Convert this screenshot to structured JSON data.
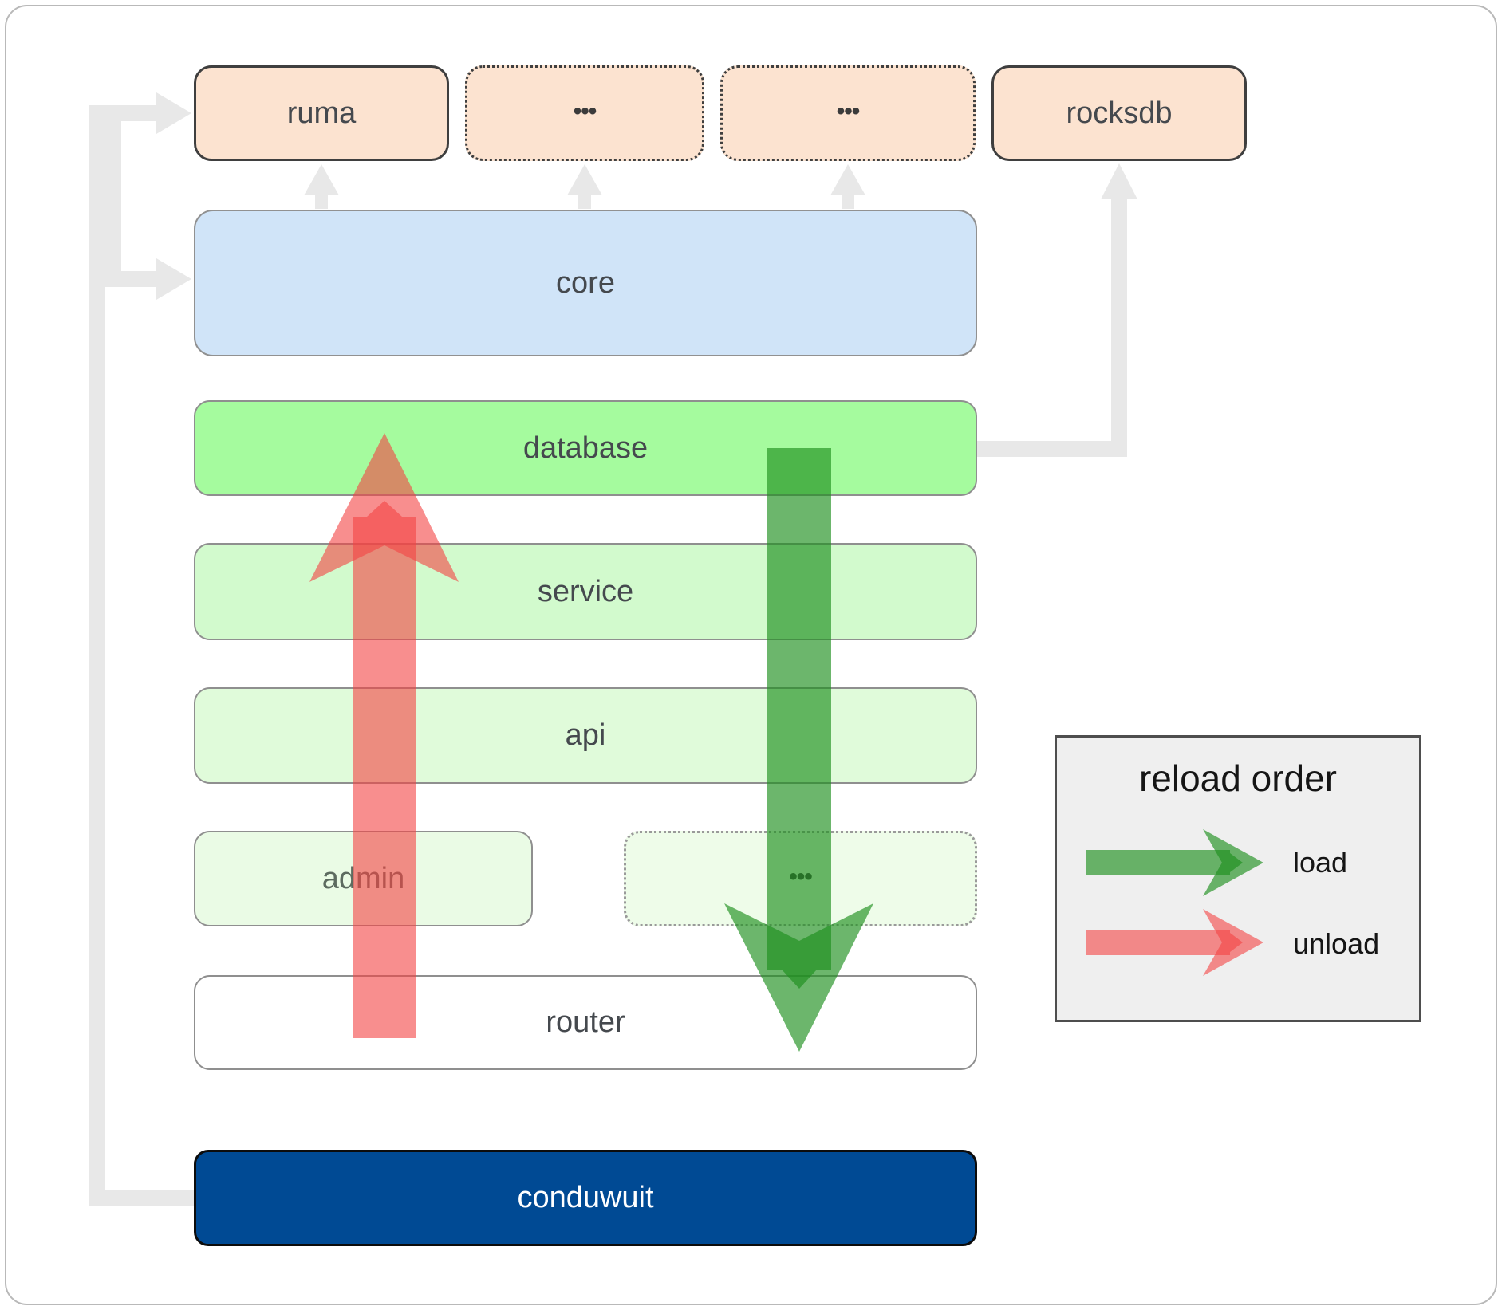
{
  "diagram": {
    "crates_row": {
      "ruma": "ruma",
      "ellipsis_a": "•••",
      "ellipsis_b": "•••",
      "rocksdb": "rocksdb"
    },
    "layers": {
      "core": "core",
      "database": "database",
      "service": "service",
      "api": "api",
      "admin": "admin",
      "ellipsis_c": "•••",
      "router": "router",
      "conduwuit": "conduwuit"
    }
  },
  "legend": {
    "title": "reload order",
    "load_label": "load",
    "unload_label": "unload"
  },
  "colors": {
    "load_arrow": "#1d8f1d",
    "unload_arrow": "#f44343",
    "connector": "#e8e8e8",
    "crate_fill": "#fce3d0",
    "core_fill": "#d0e4f8",
    "database_fill": "#a5fb9e",
    "service_fill": "#d2facd",
    "api_fill": "#e0fbda",
    "admin_fill": "#eafbe5",
    "conduwuit_fill": "#004a94",
    "legend_fill": "#efefef"
  }
}
